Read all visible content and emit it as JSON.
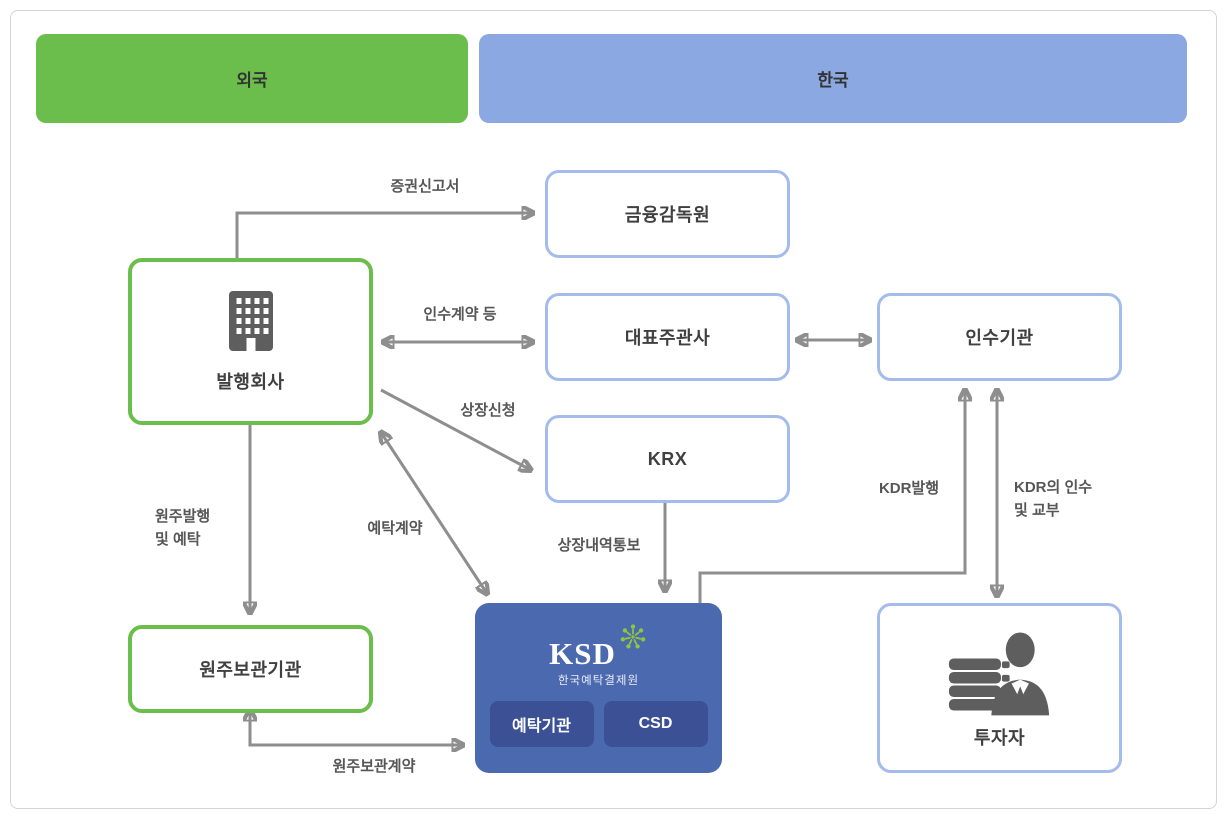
{
  "header": {
    "foreign": "외국",
    "korea": "한국"
  },
  "nodes": {
    "issuer": {
      "label": "발행회사"
    },
    "fss": {
      "label": "금융감독원"
    },
    "lead_manager": {
      "label": "대표주관사"
    },
    "krx": {
      "label": "KRX"
    },
    "underwriter": {
      "label": "인수기관"
    },
    "custodian": {
      "label": "원주보관기관"
    },
    "ksd": {
      "logo": "KSD",
      "org_name": "한국예탁결제원",
      "role_left": "예탁기관",
      "role_right": "CSD"
    },
    "investor": {
      "label": "투자자"
    }
  },
  "edges": {
    "securities_report": "증권신고서",
    "underwriting_contract": "인수계약 등",
    "listing_application": "상장신청",
    "share_issue_deposit_line1": "원주발행",
    "share_issue_deposit_line2": "및 예탁",
    "deposit_contract": "예탁계약",
    "listing_notice": "상장내역통보",
    "kdr_issuance": "KDR발행",
    "kdr_delivery_line1": "KDR의 인수",
    "kdr_delivery_line2": "및 교부",
    "custody_contract": "원주보관계약"
  },
  "icons": {
    "issuer": "building-icon",
    "investor": "investor-icon",
    "ksd": "starburst-icon"
  },
  "colors": {
    "foreign_green": "#6CBE4C",
    "korea_blue": "#8BA8E2",
    "box_border_blue": "#A3BCEC",
    "ksd_blue": "#4B69AE",
    "ksd_sub_blue": "#3C5195",
    "arrow_gray": "#8E8E8E",
    "icon_gray": "#5E5E5E"
  }
}
